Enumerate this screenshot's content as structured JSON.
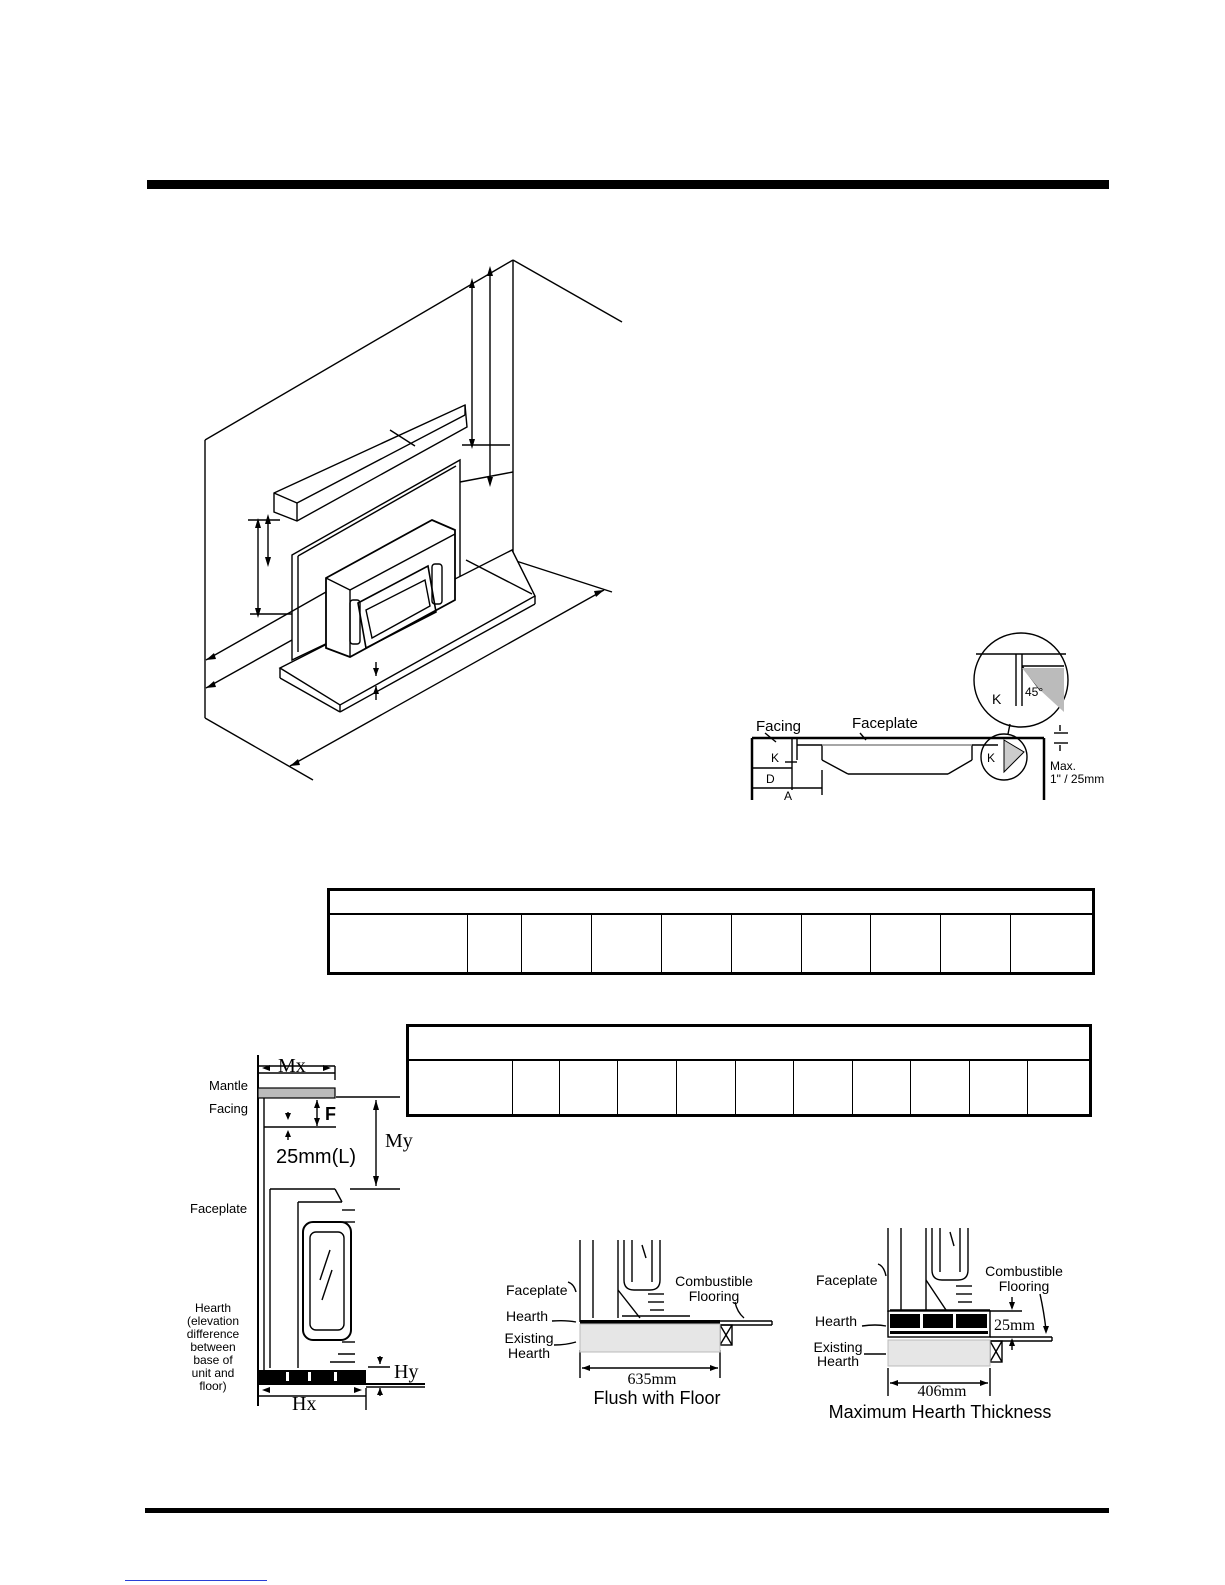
{
  "figures": {
    "facing_detail": {
      "facing": "Facing",
      "faceplate": "Faceplate",
      "k": "K",
      "d": "D",
      "a": "A",
      "angle": "45°",
      "max": "Max.",
      "max_value": "1\" / 25mm"
    },
    "mantle_detail": {
      "mx": "Mx",
      "my": "My",
      "mantle": "Mantle",
      "facing": "Facing",
      "f": "F",
      "l_value": "25mm(L)",
      "faceplate": "Faceplate",
      "hearth_lines": [
        "Hearth",
        "(elevation",
        "difference",
        "between",
        "base of",
        "unit and",
        "floor)"
      ],
      "hy": "Hy",
      "hx": "Hx"
    },
    "flush_with_floor": {
      "faceplate": "Faceplate",
      "combustible": [
        "Combustible",
        "Flooring"
      ],
      "hearth": "Hearth",
      "existing": [
        "Existing",
        "Hearth"
      ],
      "width": "635mm",
      "caption": "Flush with Floor"
    },
    "max_hearth_thickness": {
      "faceplate": "Faceplate",
      "combustible": [
        "Combustible",
        "Flooring"
      ],
      "hearth": "Hearth",
      "existing": [
        "Existing",
        "Hearth"
      ],
      "thickness": "25mm",
      "width": "406mm",
      "caption": "Maximum Hearth Thickness"
    }
  }
}
